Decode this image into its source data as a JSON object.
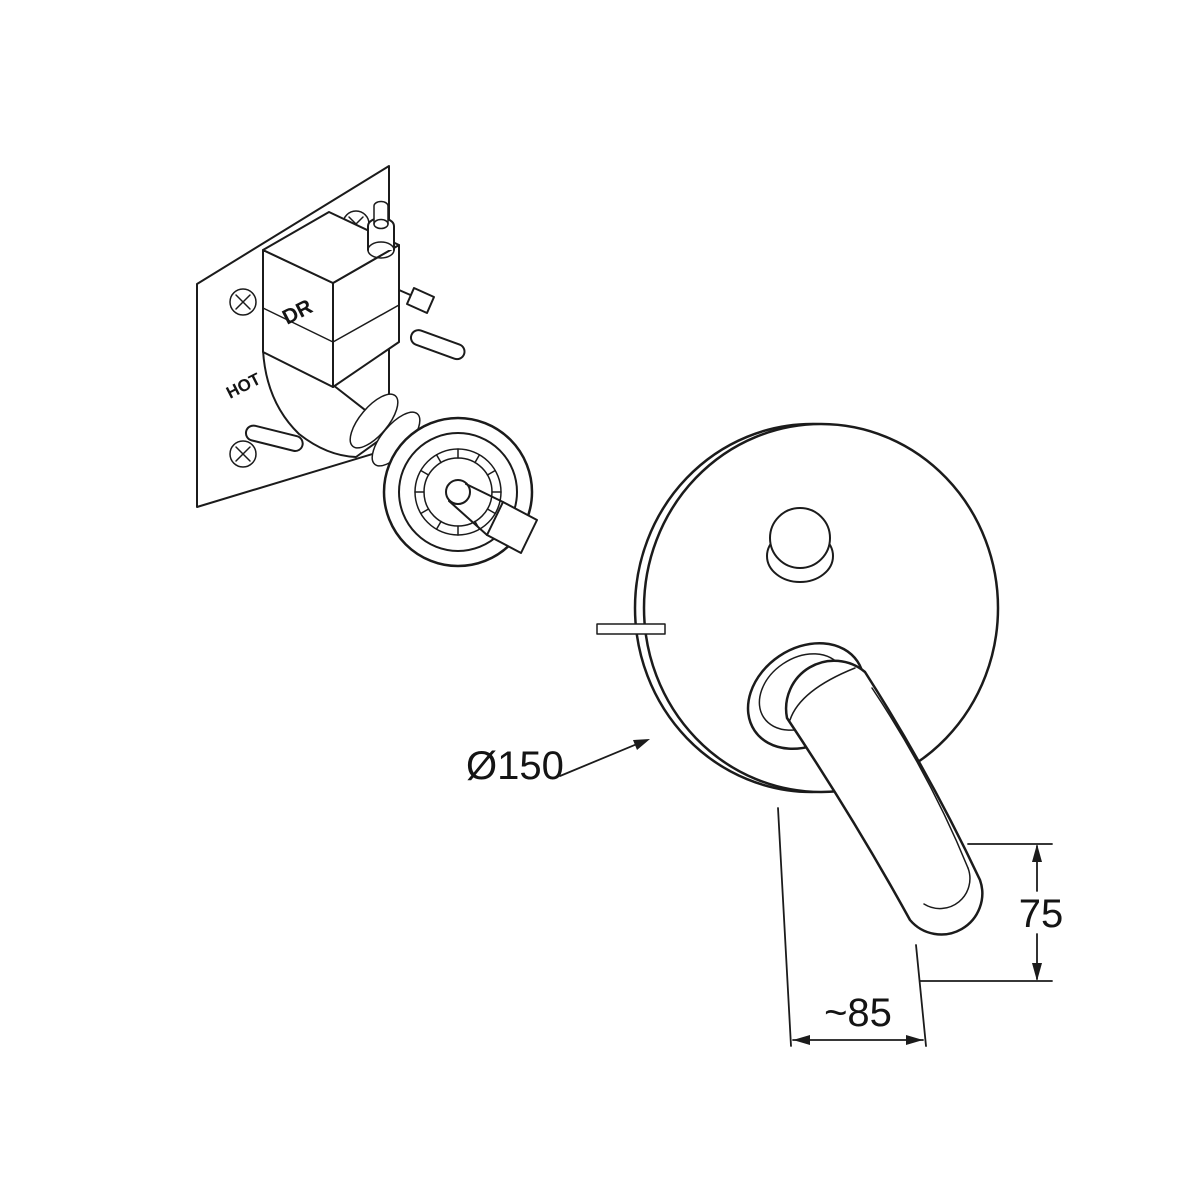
{
  "page": {
    "background_color": "#ffffff",
    "line_color": "#1b1b1b"
  },
  "rough_in_unit": {
    "label_dr": "DR",
    "label_hot": "HOT"
  },
  "dimensions": {
    "plate_diameter": {
      "label": "Ø150"
    },
    "handle_height": {
      "label": "75"
    },
    "handle_depth": {
      "label": "~85"
    }
  }
}
